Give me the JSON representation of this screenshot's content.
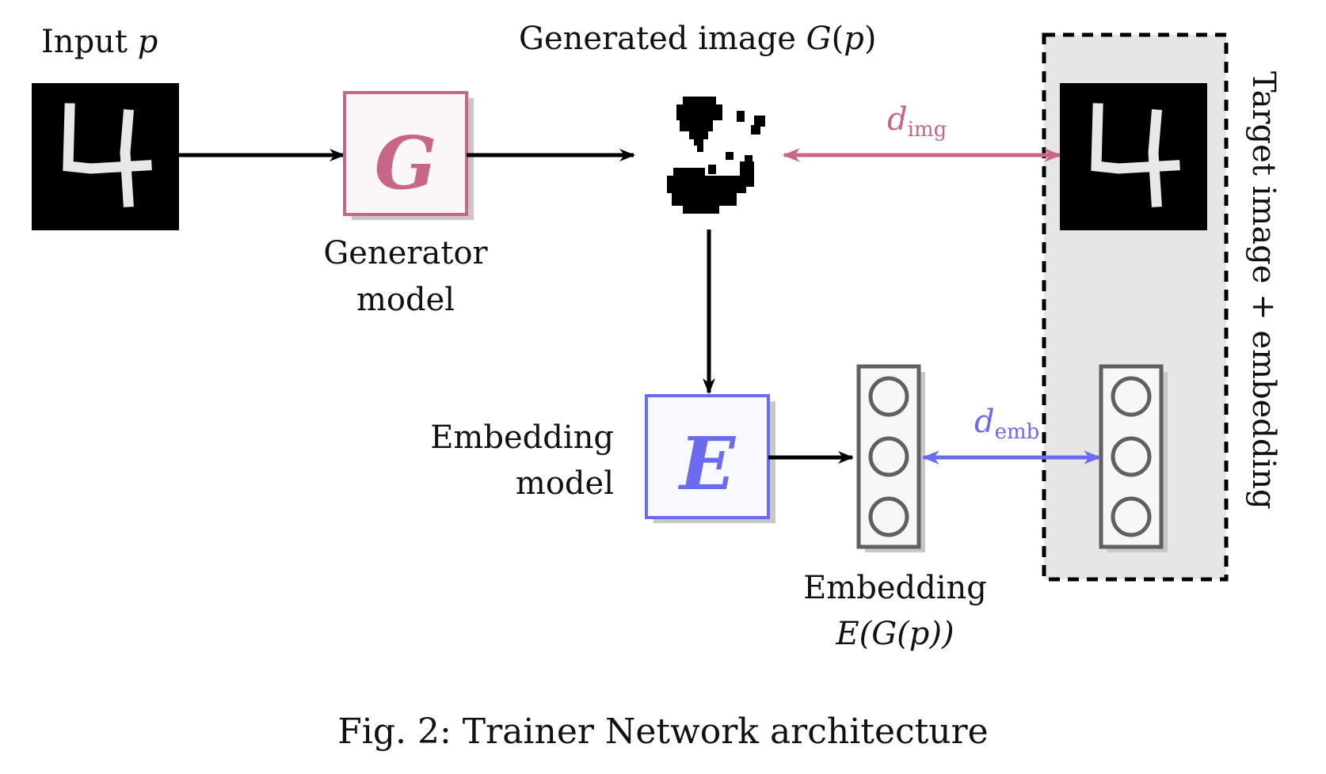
{
  "colors": {
    "generator": "#c8668a",
    "embedding": "#6b6bf0",
    "target_panel": "#e6e6e6",
    "arrow": "#000000",
    "box_fill_generator": "#fbf7f9",
    "box_fill_embedding": "#f8f8ff",
    "vector_border": "#606060",
    "shadow": "#c8c8c8"
  },
  "input": {
    "label": "Input",
    "var": "p",
    "icon": "mnist-digit-4"
  },
  "generator": {
    "symbol": "G",
    "label_line1": "Generator",
    "label_line2": "model"
  },
  "generated": {
    "label": "Generated image",
    "func": "G",
    "arg": "p"
  },
  "distance_img": {
    "base": "d",
    "sub": "img"
  },
  "target": {
    "label": "Target image + embedding",
    "icon": "mnist-digit-4"
  },
  "embedding_model": {
    "symbol": "E",
    "label_line1": "Embedding",
    "label_line2": "model"
  },
  "embedding_output": {
    "label_line1": "Embedding",
    "expr": "E(G(p))",
    "cells": 3
  },
  "distance_emb": {
    "base": "d",
    "sub": "emb"
  },
  "caption": "Fig. 2: Trainer Network architecture"
}
